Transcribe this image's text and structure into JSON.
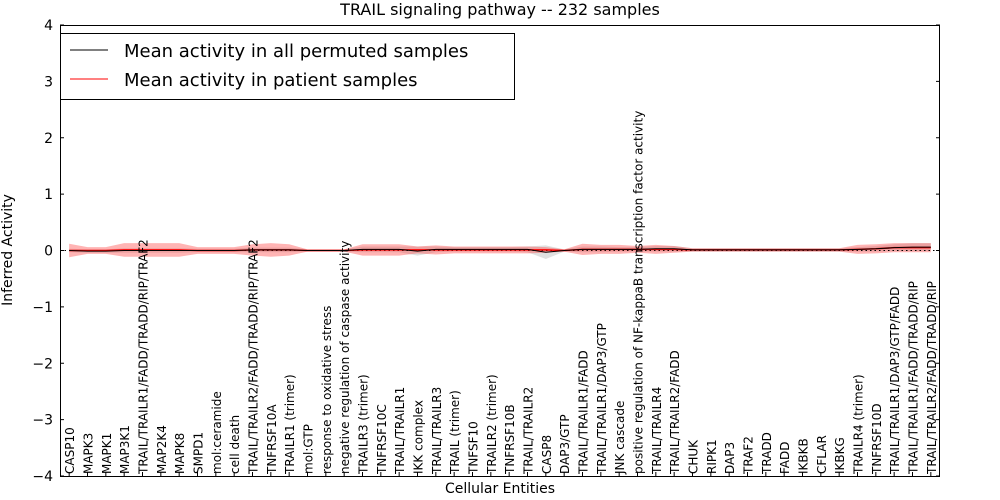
{
  "chart_data": {
    "type": "line",
    "title": "TRAIL signaling pathway -- 232 samples",
    "xlabel": "Cellular Entities",
    "ylabel": "Inferred Activity",
    "ylim": [
      -4,
      4
    ],
    "yticks": [
      "−4",
      "−3",
      "−2",
      "−1",
      "0",
      "1",
      "2",
      "3",
      "4"
    ],
    "legend_position": "top-left",
    "categories": [
      "CASP10",
      "MAPK3",
      "MAPK1",
      "MAP3K1",
      "TRAIL/TRAILR1/FADD/TRADD/RIP/TRAF2",
      "MAP2K4",
      "MAPK8",
      "SMPD1",
      "mol:ceramide",
      "cell death",
      "TRAIL/TRAILR2/FADD/TRADD/RIP/TRAF2",
      "TNFRSF10A",
      "TRAILR1 (trimer)",
      "mol:GTP",
      "response to oxidative stress",
      "negative regulation of caspase activity",
      "TRAILR3 (trimer)",
      "TNFRSF10C",
      "TRAIL/TRAILR1",
      "IKK complex",
      "TRAIL/TRAILR3",
      "TRAIL (trimer)",
      "TNFSF10",
      "TRAILR2 (trimer)",
      "TNFRSF10B",
      "TRAIL/TRAILR2",
      "CASP8",
      "DAP3/GTP",
      "TRAIL/TRAILR1/FADD",
      "TRAIL/TRAILR1/DAP3/GTP",
      "JNK cascade",
      "positive regulation of NF-kappaB transcription factor activity",
      "TRAIL/TRAILR4",
      "TRAIL/TRAILR2/FADD",
      "CHUK",
      "RIPK1",
      "DAP3",
      "TRAF2",
      "TRADD",
      "FADD",
      "IKBKB",
      "CFLAR",
      "IKBKG",
      "TRAILR4 (trimer)",
      "TNFRSF10D",
      "TRAIL/TRAILR1/DAP3/GTP/FADD",
      "TRAIL/TRAILR1/FADD/TRADD/RIP",
      "TRAIL/TRAILR2/FADD/TRADD/RIP"
    ],
    "series": [
      {
        "name": "Mean activity in all permuted samples",
        "color": "#000000",
        "values": [
          0,
          -0.01,
          -0.01,
          0,
          0,
          0,
          0,
          0,
          0,
          0,
          0.01,
          0.01,
          0.01,
          0,
          0,
          0,
          0.02,
          0.02,
          0.02,
          -0.01,
          0.02,
          0.02,
          0.02,
          0.02,
          0.02,
          0.02,
          -0.03,
          0,
          0.02,
          0.02,
          0.02,
          0.02,
          0.03,
          0.03,
          0.01,
          0.01,
          0.01,
          0.01,
          0.01,
          0.01,
          0.01,
          0.01,
          0.01,
          0.02,
          0.03,
          0.05,
          0.06,
          0.06
        ],
        "spread": [
          0.03,
          0.03,
          0.03,
          0.04,
          0.04,
          0.04,
          0.04,
          0.03,
          0.03,
          0.03,
          0.04,
          0.04,
          0.04,
          0.02,
          0.02,
          0.02,
          0.05,
          0.05,
          0.05,
          0.08,
          0.05,
          0.04,
          0.04,
          0.04,
          0.04,
          0.05,
          0.12,
          0.02,
          0.05,
          0.05,
          0.04,
          0.04,
          0.05,
          0.05,
          0.03,
          0.03,
          0.03,
          0.03,
          0.03,
          0.03,
          0.03,
          0.03,
          0.03,
          0.04,
          0.05,
          0.06,
          0.07,
          0.07
        ]
      },
      {
        "name": "Mean activity in patient samples",
        "color": "#ff0000",
        "values": [
          0,
          0,
          0,
          0.01,
          0.01,
          0.01,
          0.01,
          0,
          0,
          0,
          0.01,
          0.01,
          0.01,
          0,
          0,
          0,
          0.01,
          0.01,
          0.01,
          0.01,
          0.01,
          0.01,
          0.01,
          0.01,
          0.01,
          0.01,
          0.01,
          0,
          0.02,
          0.02,
          0.02,
          0.02,
          0.02,
          0.02,
          0.01,
          0.01,
          0.01,
          0.01,
          0.01,
          0.01,
          0.01,
          0.01,
          0.01,
          0.02,
          0.03,
          0.05,
          0.05,
          0.05
        ],
        "spread": [
          0.12,
          0.06,
          0.06,
          0.12,
          0.12,
          0.12,
          0.12,
          0.06,
          0.06,
          0.06,
          0.1,
          0.12,
          0.1,
          0.02,
          0.02,
          0.02,
          0.1,
          0.1,
          0.1,
          0.06,
          0.08,
          0.06,
          0.06,
          0.06,
          0.06,
          0.06,
          0.05,
          0.02,
          0.1,
          0.08,
          0.08,
          0.06,
          0.08,
          0.06,
          0.03,
          0.03,
          0.03,
          0.03,
          0.03,
          0.03,
          0.03,
          0.03,
          0.03,
          0.08,
          0.08,
          0.08,
          0.08,
          0.08
        ]
      }
    ]
  }
}
